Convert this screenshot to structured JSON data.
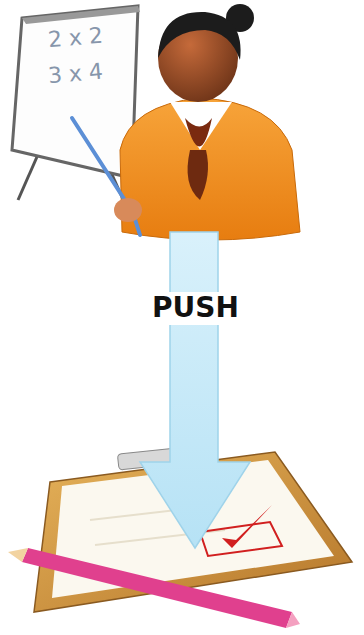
{
  "diagram": {
    "labels": [
      "2 x 2",
      "3 x 4",
      "PUSH"
    ]
  }
}
